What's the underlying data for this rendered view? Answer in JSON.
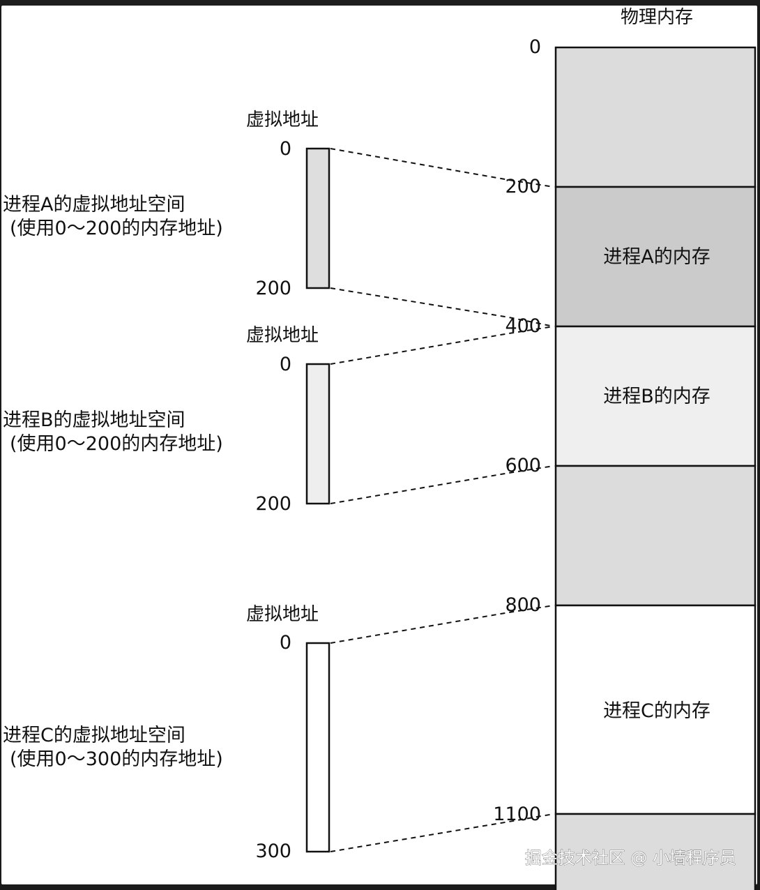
{
  "physical_memory": {
    "title": "物理内存",
    "ticks": [
      "0",
      "200",
      "400",
      "600",
      "800",
      "1100"
    ],
    "segments": [
      {
        "label": "",
        "color": "#dcdcdc"
      },
      {
        "label": "进程A的内存",
        "color": "#cbcbcb"
      },
      {
        "label": "进程B的内存",
        "color": "#efefef"
      },
      {
        "label": "",
        "color": "#dcdcdc"
      },
      {
        "label": "进程C的内存",
        "color": "#ffffff"
      },
      {
        "label": "",
        "color": "#dcdcdc"
      }
    ]
  },
  "processes": [
    {
      "header": "虚拟地址",
      "start": "0",
      "end": "200",
      "name": "进程A的虚拟地址空间",
      "range_note": "(使用0～200的内存地址)",
      "bar_color": "#dedede"
    },
    {
      "header": "虚拟地址",
      "start": "0",
      "end": "200",
      "name": "进程B的虚拟地址空间",
      "range_note": "(使用0～200的内存地址)",
      "bar_color": "#eeeeee"
    },
    {
      "header": "虚拟地址",
      "start": "0",
      "end": "300",
      "name": "进程C的虚拟地址空间",
      "range_note": "(使用0～300的内存地址)",
      "bar_color": "#ffffff"
    }
  ],
  "watermark": "掘金技术社区 @ 小墙程序员"
}
